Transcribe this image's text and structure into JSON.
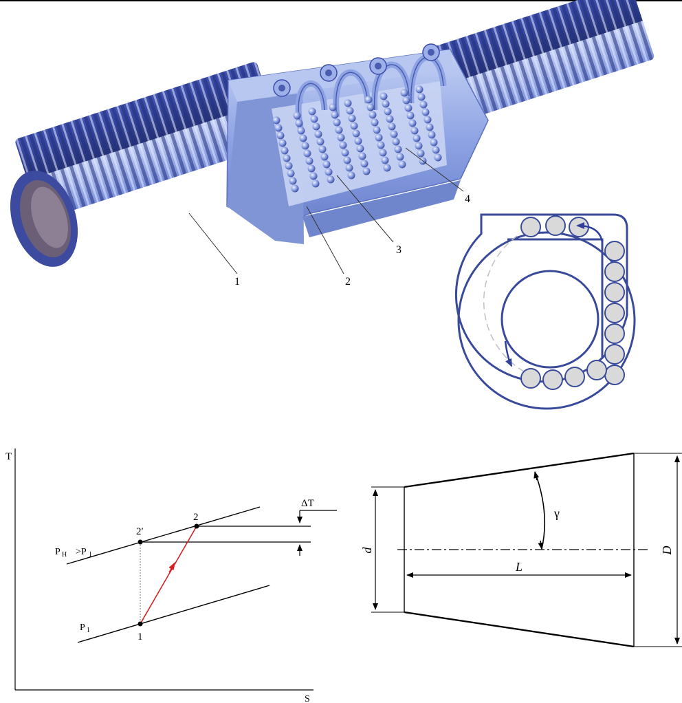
{
  "ball_screw": {
    "callouts": [
      "1",
      "2",
      "3",
      "4"
    ]
  },
  "ts_diagram": {
    "axis_y": "T",
    "axis_x": "S",
    "high_pressure_label_main": "P",
    "high_pressure_label_sub": "H",
    "high_pressure_label_tail": ">P",
    "high_pressure_label_tail_sub": "l",
    "low_pressure_label_main": "P",
    "low_pressure_label_sub": "1",
    "point_1": "1",
    "point_2": "2",
    "point_2prime": "2′",
    "delta_t": "ΔT"
  },
  "cone": {
    "d_label": "d",
    "D_label": "D",
    "L_label": "L",
    "gamma_label": "γ"
  },
  "colors": {
    "steel_blue": "#6f86d8",
    "steel_dark": "#2f3f9a",
    "nut_blue": "#9fb3ea",
    "inset_line": "#3a4a9a",
    "process_red": "#d42020"
  }
}
